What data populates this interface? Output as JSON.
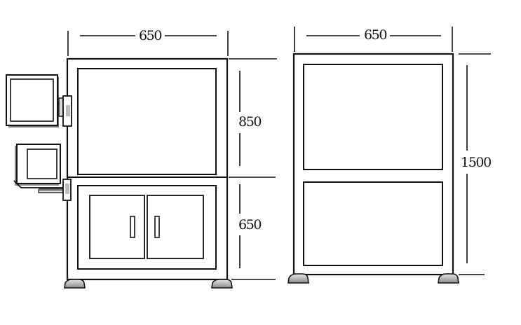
{
  "front_view": {
    "width_label": "650",
    "upper_height_label": "850",
    "lower_height_label": "650"
  },
  "side_view": {
    "width_label": "650",
    "total_height_label": "1500"
  },
  "colors": {
    "line": "#111111",
    "panel_fill": "#ffffff",
    "shadow": "#cfcfcf"
  }
}
